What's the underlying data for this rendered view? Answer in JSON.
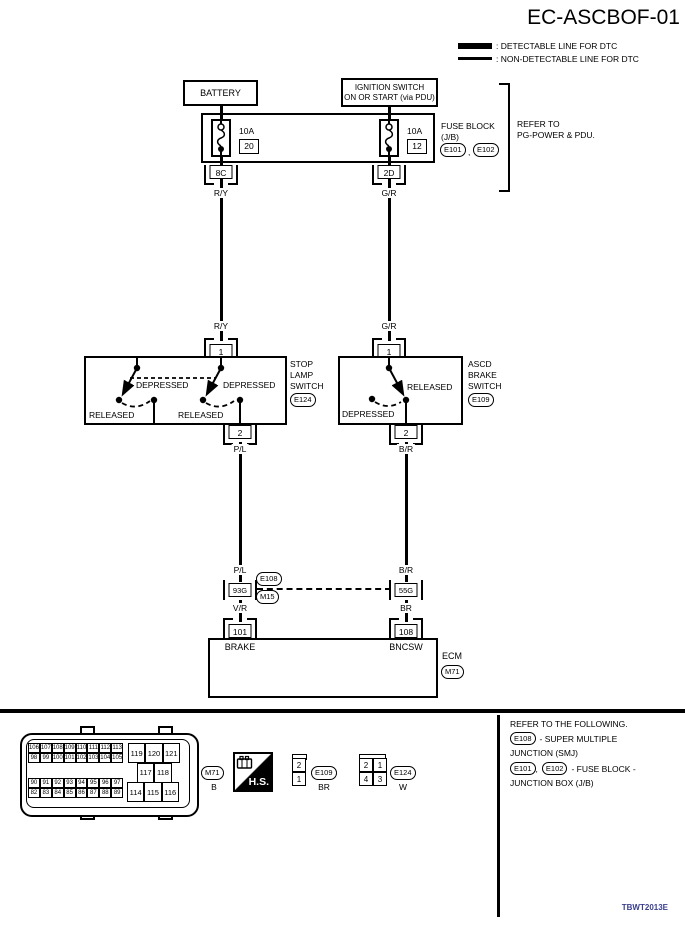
{
  "title": "EC-ASCBOF-01",
  "doc_code": "TBWT2013E",
  "colors": {
    "line": "#000000",
    "doc_code": "#3a3f8f"
  },
  "legend": {
    "detectable": ": DETECTABLE LINE FOR DTC",
    "non_detectable": ": NON-DETECTABLE LINE FOR DTC"
  },
  "top": {
    "battery": "BATTERY",
    "ignition_line1": "IGNITION SWITCH",
    "ignition_line2": "ON OR START (via PDU)",
    "fuse_block_line1": "FUSE BLOCK",
    "fuse_block_line2": "(J/B)",
    "fuse_block_conn1": "E101",
    "comma": ",",
    "fuse_block_conn2": "E102",
    "refer_line1": "REFER TO",
    "refer_line2": "PG-POWER & PDU.",
    "fuse_left_rating": "10A",
    "fuse_left_num": "20",
    "fuse_left_term": "8C",
    "fuse_right_rating": "10A",
    "fuse_right_num": "12",
    "fuse_right_term": "2D"
  },
  "left_branch": {
    "wire1": "R/Y",
    "wire1b": "R/Y",
    "pin_in": "1",
    "pin_out": "2",
    "switch_name1": "STOP",
    "switch_name2": "LAMP",
    "switch_name3": "SWITCH",
    "switch_conn": "E124",
    "depressed1": "DEPRESSED",
    "depressed2": "DEPRESSED",
    "released1": "RELEASED",
    "released2": "RELEASED",
    "wire2": "P/L",
    "wire2b": "P/L",
    "smj_term": "93G",
    "wire3": "V/R",
    "ecm_pin": "101",
    "ecm_signal": "BRAKE"
  },
  "right_branch": {
    "wire1": "G/R",
    "wire1b": "G/R",
    "pin_in": "1",
    "pin_out": "2",
    "switch_name1": "ASCD",
    "switch_name2": "BRAKE",
    "switch_name3": "SWITCH",
    "switch_conn": "E109",
    "released": "RELEASED",
    "depressed": "DEPRESSED",
    "wire2": "B/R",
    "wire2b": "B/R",
    "smj_term": "55G",
    "wire3": "BR",
    "ecm_pin": "108",
    "ecm_signal": "BNCSW"
  },
  "smj": {
    "conn_top": "E108",
    "conn_bottom": "M15"
  },
  "ecm": {
    "label": "ECM",
    "conn": "M71"
  },
  "footer": {
    "grid_a": [
      [
        "106",
        "107",
        "108",
        "109",
        "110",
        "111",
        "112",
        "113"
      ],
      [
        "98",
        "99",
        "100",
        "101",
        "102",
        "103",
        "104",
        "105"
      ]
    ],
    "grid_b": [
      [
        "90",
        "91",
        "92",
        "93",
        "94",
        "95",
        "96",
        "97"
      ],
      [
        "82",
        "83",
        "84",
        "85",
        "86",
        "87",
        "88",
        "89"
      ]
    ],
    "grid_r1": [
      "119",
      "120",
      "121"
    ],
    "grid_r2": [
      "117",
      "118"
    ],
    "grid_r3": [
      "114",
      "115",
      "116"
    ],
    "grid_conn": "M71",
    "grid_color": "B",
    "hs": "H.S.",
    "e109_pins": [
      [
        "2"
      ],
      [
        "1"
      ]
    ],
    "e109_id": "E109",
    "e109_color": "BR",
    "e124_pins": [
      [
        "2",
        "1"
      ],
      [
        "4",
        "3"
      ]
    ],
    "e124_id": "E124",
    "e124_color": "W",
    "refer1": "REFER TO THE FOLLOWING.",
    "refer2_conn": "E108",
    "refer2_text": "- SUPER MULTIPLE",
    "refer3": "JUNCTION (SMJ)",
    "refer4_conn1": "E101",
    "refer4_comma": ",",
    "refer4_conn2": "E102",
    "refer4_text": "- FUSE BLOCK -",
    "refer5": "JUNCTION BOX (J/B)"
  }
}
